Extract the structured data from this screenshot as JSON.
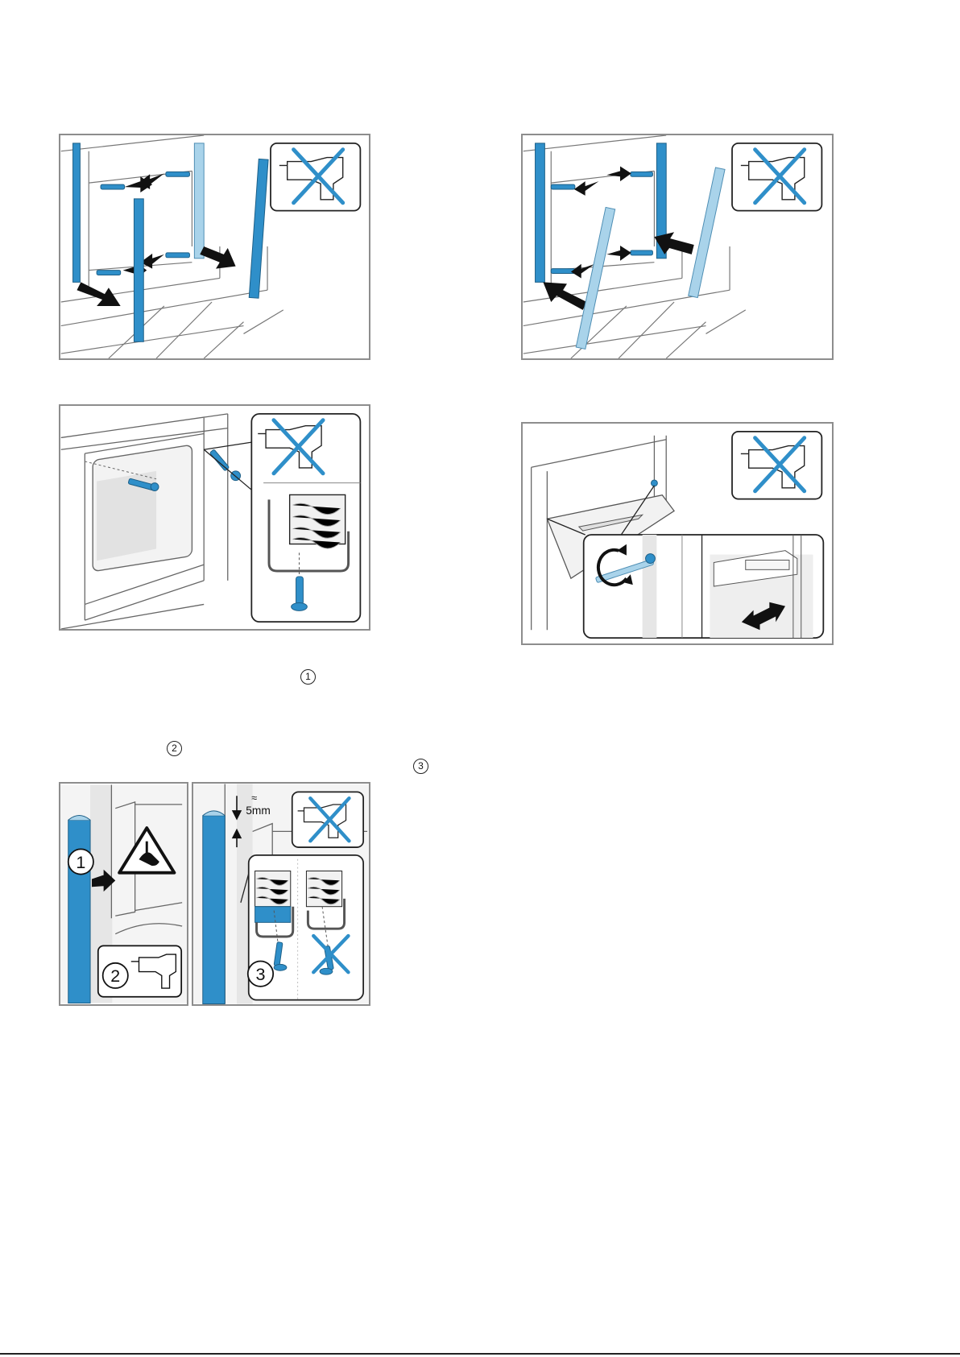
{
  "colors": {
    "accent_blue": "#2f8fc9",
    "light_blue": "#a9d3ea",
    "frame_gray": "#8d8d8d",
    "line_gray": "#6f6f6f",
    "hatch_gray": "#9a9a9a"
  },
  "icons": {
    "no_drill": "no-drill-icon",
    "drill": "drill-icon",
    "warning": "hand-injury-warning-icon",
    "screw": "screw-icon",
    "arrow": "arrow-icon",
    "rotate": "rotate-icon",
    "cross": "cross-icon"
  },
  "markers": {
    "m1": "1",
    "m2": "2",
    "m3": "3"
  },
  "figures": {
    "fig_d": {
      "circle_1": "1",
      "circle_2": "2"
    },
    "fig_e": {
      "gap": "≈\n5mm",
      "circle_3": "3"
    }
  }
}
